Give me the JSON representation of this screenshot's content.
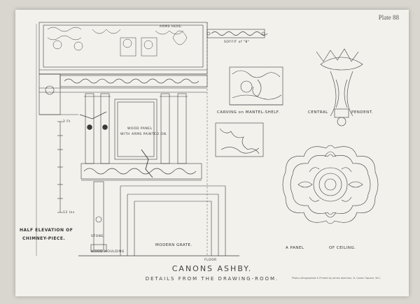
{
  "plate_label": "Plate 88",
  "title": "CANONS ASHBY.",
  "subtitle": "DETAILS FROM THE DRAWING-ROOM.",
  "labels": {
    "arms_here": "ARMS HERE.",
    "soffit": "SOFFIT of \"B\"",
    "wood_panel_1": "WOOD PANEL",
    "wood_panel_2": "WITH ARMS PAINTED ON.",
    "carving": "CARVING on MANTEL-SHELF.",
    "central": "CENTRAL",
    "pendent": "PENDENT.",
    "half_elev_1": "HALF ELEVATION OF",
    "half_elev_2": "CHIMNEY-PIECE.",
    "stone": "STONE.",
    "modern_grate": "MODERN GRATE.",
    "a_panel": "A PANEL",
    "of_ceiling": "OF CEILING.",
    "floor": "FLOOR",
    "wood_moulding": "WOOD MOULDING",
    "scale_top": "2 Ft",
    "scale_bottom": "12 Ins"
  },
  "printer_credit": "Photo-Lithographed & Printed by James Akerman, 6, Queen Square, W.C."
}
